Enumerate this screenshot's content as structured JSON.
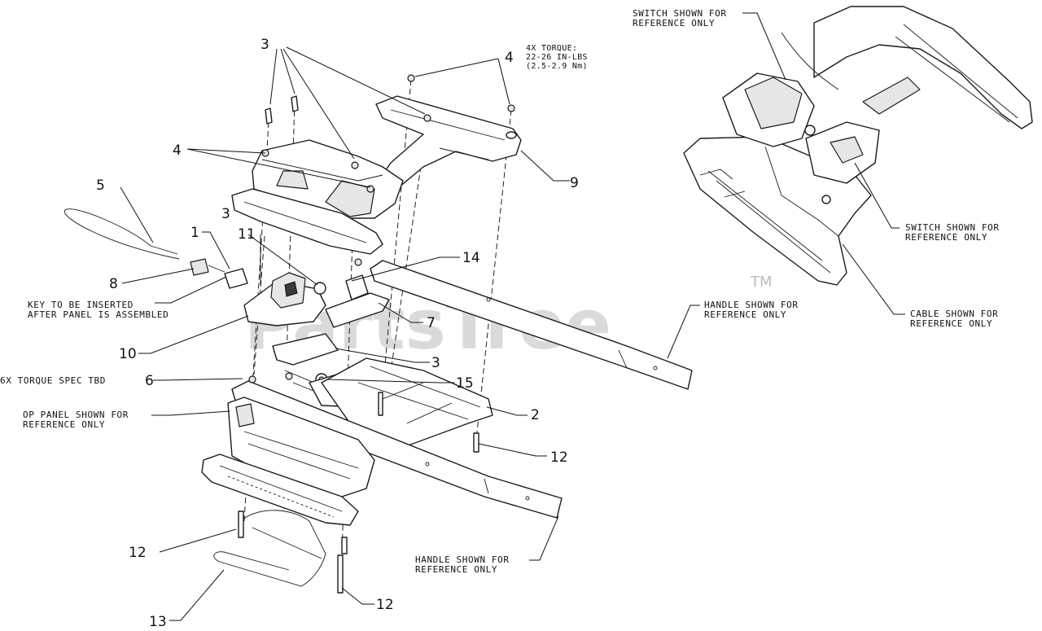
{
  "watermark": {
    "text": "PartsTree",
    "mark": "TM"
  },
  "callouts": {
    "n1": "1",
    "n2": "2",
    "n3a": "3",
    "n3b": "3",
    "n3c": "3",
    "n4a": "4",
    "n4b": "4",
    "n5": "5",
    "n6": "6",
    "n7": "7",
    "n8": "8",
    "n9": "9",
    "n10": "10",
    "n11": "11",
    "n12a": "12",
    "n12b": "12",
    "n12c": "12",
    "n13": "13",
    "n14": "14",
    "n15": "15"
  },
  "notes": {
    "torque_l1": "4X TORQUE:",
    "torque_l2": "22-26 IN-LBS",
    "torque_l3": "(2.5-2.9 Nm)",
    "key_l1": "KEY TO BE INSERTED",
    "key_l2": "AFTER PANEL IS ASSEMBLED",
    "torque_spec": "6X TORQUE SPEC TBD",
    "op_panel_l1": "OP PANEL SHOWN FOR",
    "op_panel_l2": "REFERENCE ONLY",
    "handle_top_l1": "HANDLE SHOWN FOR",
    "handle_top_l2": "REFERENCE ONLY",
    "handle_bottom_l1": "HANDLE SHOWN FOR",
    "handle_bottom_l2": "REFERENCE ONLY",
    "switch_top_l1": "SWITCH SHOWN FOR",
    "switch_top_l2": "REFERENCE ONLY",
    "switch_right_l1": "SWITCH SHOWN FOR",
    "switch_right_l2": "REFERENCE ONLY",
    "cable_l1": "CABLE SHOWN FOR",
    "cable_l2": "REFERENCE ONLY"
  }
}
